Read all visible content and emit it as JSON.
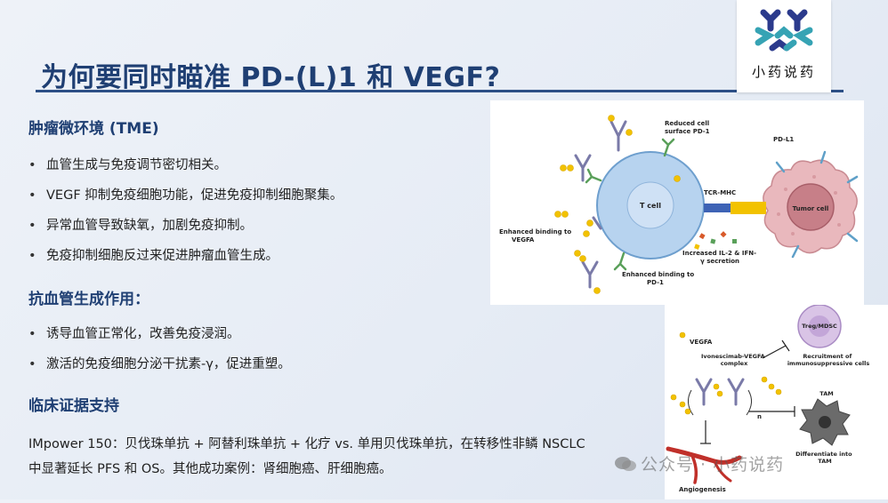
{
  "title": "为何要同时瞄准 PD-(L)1 和 VEGF?",
  "logo": {
    "text": "小药说药",
    "icon": "molecule-logo-icon",
    "colors": [
      "#2b3a8c",
      "#36a3b4"
    ]
  },
  "sections": [
    {
      "heading": "肿瘤微环境 (TME)",
      "bullets": [
        "血管生成与免疫调节密切相关。",
        "VEGF 抑制免疫细胞功能，促进免疫抑制细胞聚集。",
        "异常血管导致缺氧，加剧免疫抑制。",
        "免疫抑制细胞反过来促进肿瘤血管生成。"
      ]
    },
    {
      "heading": "抗血管生成作用：",
      "bullets": [
        "诱导血管正常化，改善免疫浸润。",
        "激活的免疫细胞分泌干扰素-γ，促进重塑。"
      ]
    },
    {
      "heading": "临床证据支持",
      "paragraph": [
        "IMpower 150：贝伐珠单抗 + 阿替利珠单抗 + 化疗 vs. 单用贝伐珠单抗，在转移性非鳞 NSCLC",
        "中显著延长 PFS 和 OS。其他成功案例：肾细胞癌、肝细胞癌。"
      ]
    }
  ],
  "figure1": {
    "labels": {
      "reduced": [
        "Reduced cell",
        "surface PD-1"
      ],
      "pdl1": "PD-L1",
      "tcell": "T cell",
      "tcr": "TCR-MHC",
      "tumor": "Tumor cell",
      "vegfa_bind": [
        "Enhanced binding to",
        "VEGFA"
      ],
      "pd1_bind": [
        "Enhanced binding to",
        "PD-1"
      ],
      "il2": [
        "Increased IL-2 & IFN-",
        "γ secretion"
      ]
    }
  },
  "figure2": {
    "labels": {
      "vegfa": "VEGFA",
      "treg": "Treg/MDSC",
      "complex": [
        "Ivonescimab-VEGFA",
        "complex"
      ],
      "recruit": [
        "Recruitment of",
        "immunosuppressive cells"
      ],
      "n": "n",
      "tam": "TAM",
      "diff": [
        "Differentiate into",
        "TAM"
      ],
      "angio": "Angiogenesis"
    }
  },
  "watermark": {
    "text": "公众号 · 小药说药",
    "icon": "wechat-icon"
  },
  "colors": {
    "title": "#1f3f73",
    "rule": "#2c4f86",
    "tcell": "#b7d3ef",
    "tumor": "#e9b8bd",
    "vegf": "#f2c200"
  }
}
